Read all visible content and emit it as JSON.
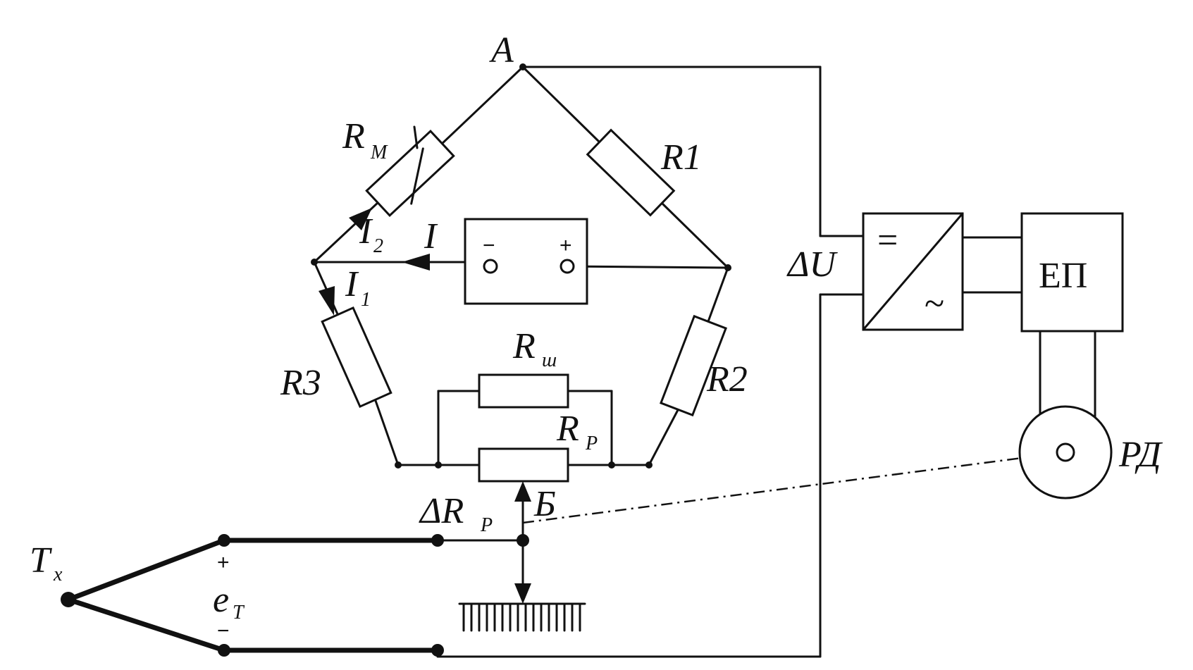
{
  "labels": {
    "node_a": "A",
    "node_b": "Б",
    "r_m": "R",
    "r_m_sub": "М",
    "r1": "R1",
    "r2": "R2",
    "r3": "R3",
    "r_sh": "R",
    "r_sh_sub": "ш",
    "r_p": "R",
    "r_p_sub": "Р",
    "delta_r_p": "ΔR",
    "delta_r_p_sub": "Р",
    "current_i": "I",
    "current_i1": "I",
    "current_i1_sub": "1",
    "current_i2": "I",
    "current_i2_sub": "2",
    "delta_u": "ΔU",
    "converter_dc": "=",
    "converter_ac": "~",
    "amplifier": "ЕП",
    "motor": "РД",
    "thermo_tx": "T",
    "thermo_tx_sub": "x",
    "emf": "e",
    "emf_sub": "Т",
    "plus": "+",
    "minus": "−"
  },
  "colors": {
    "line": "#111111",
    "background": "#ffffff"
  }
}
